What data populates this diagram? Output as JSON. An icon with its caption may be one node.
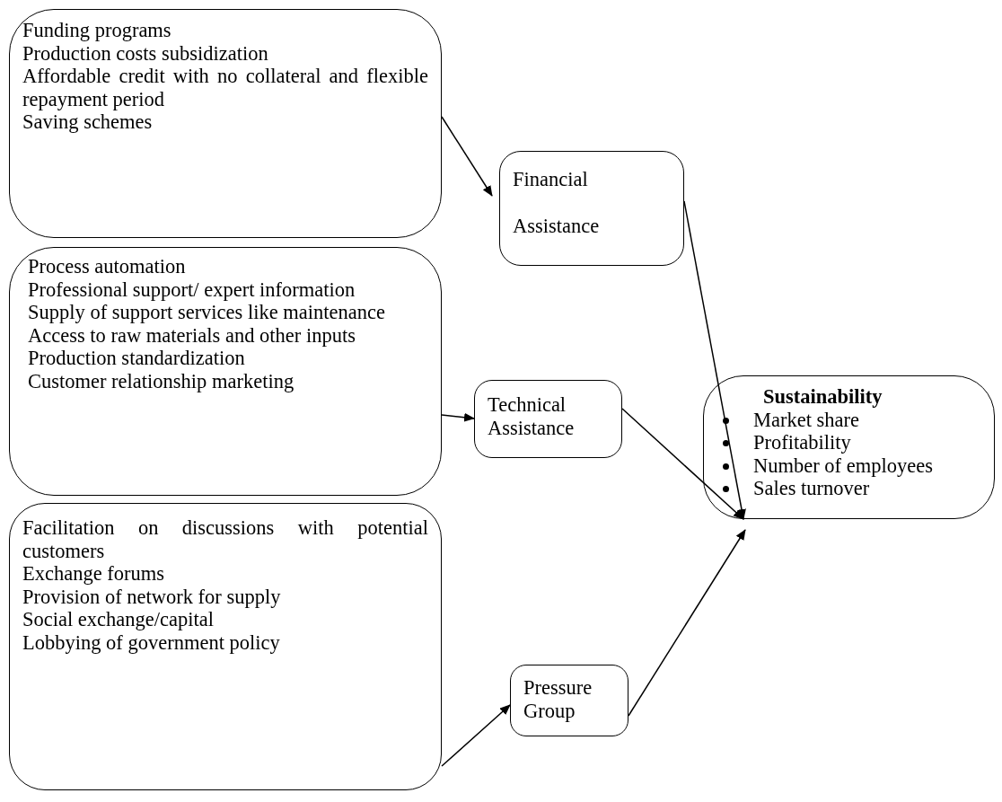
{
  "diagram": {
    "nodes": [
      {
        "text": [
          "Funding programs",
          "Production costs subsidization",
          "Affordable credit with no collateral and flexible repayment period",
          "Saving schemes"
        ]
      },
      {
        "text": [
          "Financial",
          "Assistance"
        ]
      },
      {
        "text": [
          "Process automation",
          "Professional support/ expert information",
          "Supply of support services like maintenance",
          "Access to raw materials and other inputs",
          "Production standardization",
          "Customer relationship marketing"
        ]
      },
      {
        "text": [
          "Technical Assistance"
        ]
      },
      {
        "text": [
          "Facilitation on discussions with potential customers",
          "Exchange forums",
          "Provision of network for supply",
          "Social exchange/capital",
          "Lobbying of government policy"
        ]
      },
      {
        "text": [
          "Pressure Group"
        ]
      },
      {
        "text": [
          "Sustainability",
          "Market share",
          "Profitability",
          "Number of employees",
          "Sales turnover"
        ]
      }
    ],
    "edges": [
      {
        "from": 0,
        "to": 1,
        "arrow": "to"
      },
      {
        "from": 2,
        "to": 3,
        "arrow": "to"
      },
      {
        "from": 4,
        "to": 5,
        "arrow": "to"
      },
      {
        "from": 1,
        "to": 6,
        "arrow": "to"
      },
      {
        "from": 3,
        "to": 6,
        "arrow": "to"
      },
      {
        "from": 5,
        "to": 6,
        "arrow": "to"
      }
    ]
  }
}
